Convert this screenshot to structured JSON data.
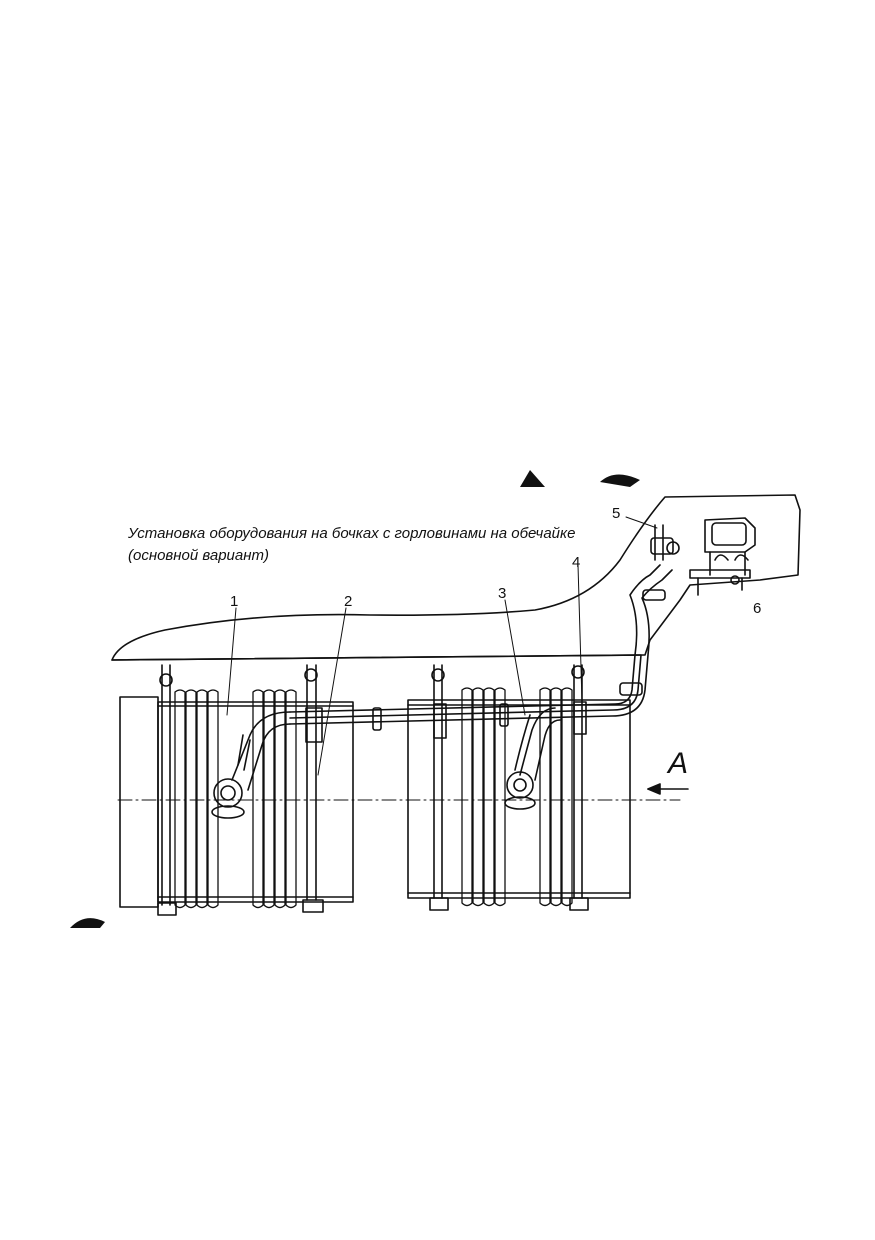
{
  "diagram": {
    "caption": {
      "line1": "Установка оборудования на бочках  с горловинами на обечайке",
      "line2": "(основной вариант)"
    },
    "callouts": [
      "1",
      "2",
      "3",
      "4",
      "5",
      "6"
    ],
    "view_label": "A"
  },
  "colors": {
    "ink": "#111111",
    "background": "#ffffff"
  }
}
